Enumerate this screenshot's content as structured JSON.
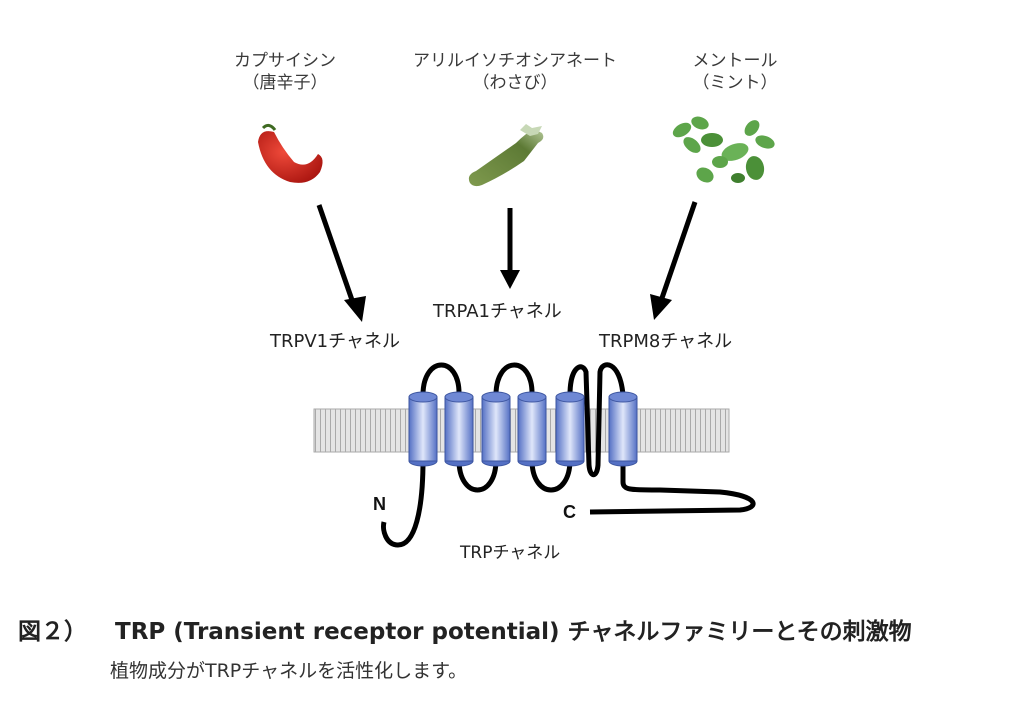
{
  "stimuli": [
    {
      "name": "カプサイシン",
      "source": "（唐辛子）",
      "plant_icon": "chili-pepper",
      "color": "#c8201b"
    },
    {
      "name": "アリルイソチオシアネート",
      "source": "（わさび）",
      "plant_icon": "wasabi-root",
      "color": "#6e8a44"
    },
    {
      "name": "メントール",
      "source": "（ミント）",
      "plant_icon": "mint-leaves",
      "color": "#4f9a3e"
    }
  ],
  "channels": [
    {
      "label": "TRPV1チャネル"
    },
    {
      "label": "TRPA1チャネル"
    },
    {
      "label": "TRPM8チャネル"
    }
  ],
  "diagram": {
    "n_terminus": "N",
    "c_terminus": "C",
    "channel_label": "TRPチャネル",
    "transmembrane_segments": 6,
    "helix_color": "#6f88d4",
    "membrane_color": "#d9d9d9"
  },
  "caption": {
    "figure_number": "図２）",
    "title": "TRP (Transient receptor potential) チャネルファミリーとその刺激物",
    "subtitle": "植物成分がTRPチャネルを活性化します。"
  }
}
